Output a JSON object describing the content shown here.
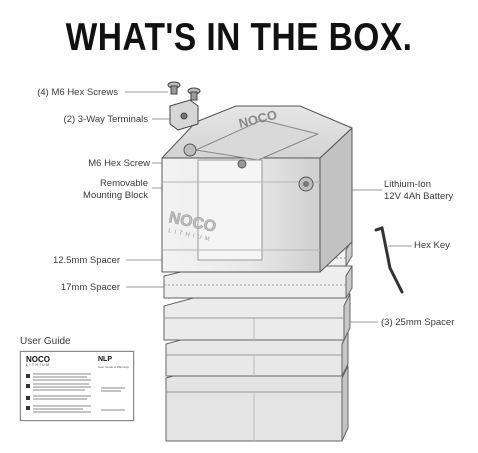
{
  "title": "WHAT'S IN THE BOX.",
  "labels": {
    "hex_screws": "(4) M6 Hex Screws",
    "terminals": "(2) 3-Way Terminals",
    "m6_screw": "M6 Hex Screw",
    "mount_block_1": "Removable",
    "mount_block_2": "Mounting Block",
    "battery_1": "Lithium-Ion",
    "battery_2": "12V 4Ah Battery",
    "hex_key": "Hex Key",
    "spacer_125": "12.5mm Spacer",
    "spacer_17": "17mm Spacer",
    "spacer_25": "(3) 25mm Spacer",
    "user_guide": "User Guide"
  },
  "battery_logo": {
    "brand": "NOCO",
    "sub": "LITHIUM"
  },
  "guide_doc": {
    "brand": "NOCO",
    "sub": "LITHIUM",
    "model": "NLP",
    "caption": "User Guide & Warranty"
  },
  "colors": {
    "ink": "#111111",
    "label": "#3a3a3a",
    "line": "#7a7a7a"
  }
}
